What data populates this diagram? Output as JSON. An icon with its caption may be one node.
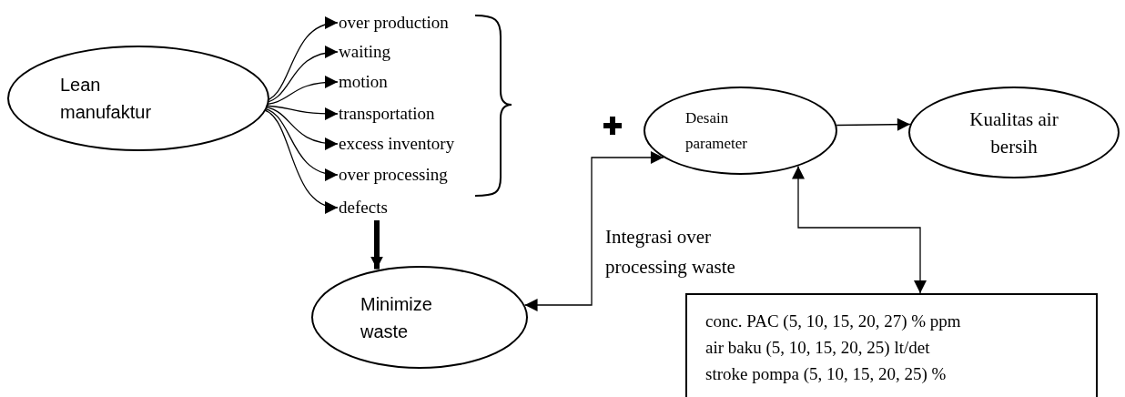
{
  "diagram": {
    "nodes": [
      {
        "text": [
          "Lean manufaktur"
        ]
      },
      {
        "text": [
          "over production"
        ]
      },
      {
        "text": [
          "waiting"
        ]
      },
      {
        "text": [
          "motion"
        ]
      },
      {
        "text": [
          "transportation"
        ]
      },
      {
        "text": [
          "excess inventory"
        ]
      },
      {
        "text": [
          "over processing"
        ]
      },
      {
        "text": [
          "defects"
        ]
      },
      {
        "text": [
          "Minimize waste"
        ]
      },
      {
        "text": [
          "Desain parameter"
        ]
      },
      {
        "text": [
          "Kualitas air bersih"
        ]
      },
      {
        "text": [
          "conc. PAC (5, 10, 15, 20, 27) % ppm",
          "air baku (5, 10, 15, 20, 25) lt/det",
          "stroke pompa (5, 10, 15, 20, 25) %"
        ]
      }
    ],
    "edges": [
      {
        "from": 0,
        "to": 1,
        "arrow": "to"
      },
      {
        "from": 0,
        "to": 2,
        "arrow": "to"
      },
      {
        "from": 0,
        "to": 3,
        "arrow": "to"
      },
      {
        "from": 0,
        "to": 4,
        "arrow": "to"
      },
      {
        "from": 0,
        "to": 5,
        "arrow": "to"
      },
      {
        "from": 0,
        "to": 6,
        "arrow": "to"
      },
      {
        "from": 0,
        "to": 7,
        "arrow": "to"
      },
      {
        "from": 7,
        "to": 8,
        "arrow": "to",
        "style": "thick"
      },
      {
        "from": 8,
        "to": 9,
        "arrow": "both",
        "label": "Integrasi over processing waste"
      },
      {
        "from": 9,
        "to": 10,
        "arrow": "to"
      },
      {
        "from": 9,
        "to": 11,
        "arrow": "both"
      }
    ]
  }
}
